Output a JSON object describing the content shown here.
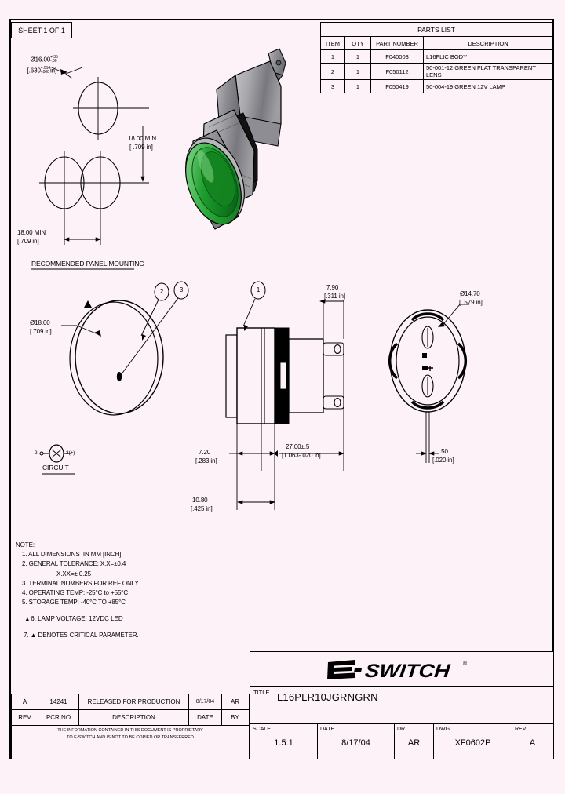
{
  "sheet": {
    "label": "SHEET 1 OF 1"
  },
  "parts_list": {
    "title": "PARTS LIST",
    "headers": [
      "ITEM",
      "QTY",
      "PART NUMBER",
      "DESCRIPTION"
    ],
    "rows": [
      {
        "item": "1",
        "qty": "1",
        "part_number": "F040003",
        "description": "L16FLIC BODY"
      },
      {
        "item": "2",
        "qty": "1",
        "part_number": "F050112",
        "description": "50-001-12 GREEN FLAT TRANSPARENT LENS"
      },
      {
        "item": "3",
        "qty": "1",
        "part_number": "F050419",
        "description": "50-004-19 GREEN 12V LAMP"
      }
    ]
  },
  "panel_mounting": {
    "caption": "RECOMMENDED PANEL MOUNTING",
    "hole_dia": "Ø16.00",
    "hole_dia_tol_plus": "+.35",
    "hole_dia_tol_minus": "-.00",
    "hole_dia_inch": "[.630",
    "hole_dia_inch_tol_plus": "+.014",
    "hole_dia_inch_tol_minus": "-.000",
    "hole_dia_inch_unit": "in]",
    "vertical_min": "18.00 MIN",
    "vertical_min_inch": "[ .709 in]",
    "horizontal_min": "18.00 MIN",
    "horizontal_min_inch": "[.709 in]"
  },
  "front_view": {
    "diameter": "Ø18.00",
    "diameter_inch": "[.709 in]",
    "balloons": [
      "2",
      "3"
    ],
    "critical_marker": "▲"
  },
  "side_view": {
    "balloon": "1",
    "dim_lens_thk": "7.20",
    "dim_lens_thk_inch": "[.283 in]",
    "dim_body": "27.00±.5",
    "dim_body_inch": "[1.063-.020 in]",
    "dim_flange": "10.80",
    "dim_flange_inch": "[.425 in]",
    "dim_top": "7.90",
    "dim_top_inch": "[.311 in]"
  },
  "rear_view": {
    "diameter": "Ø14.70",
    "diameter_inch": "[ .579 in]",
    "terminal_thk": ".50",
    "terminal_thk_inch": "[.020 in]"
  },
  "circuit": {
    "caption": "CIRCUIT",
    "left_terminal": "2",
    "right_terminal": "3(+)"
  },
  "notes": {
    "heading": "NOTE:",
    "items": [
      "1. ALL DIMENSIONS  IN MM [INCH]",
      "2. GENERAL TOLERANCE: X.X=±0.4",
      "X.XX=± 0.25",
      "3. TERMINAL NUMBERS FOR REF ONLY",
      "4. OPERATING TEMP: -25°C to +55°C",
      "5. STORAGE TEMP: -40°C TO +85°C",
      "6. LAMP VOLTAGE: 12VDC LED",
      "7. ▲ DENOTES CRITICAL PARAMETER."
    ],
    "note6_marker": "▲"
  },
  "title_block": {
    "brand": "E-SWITCH",
    "brand_mark": "®",
    "title_key": "TITLE",
    "title_value": "L16PLR10JGRNGRN",
    "fields": [
      {
        "key": "SCALE",
        "value": "1.5:1"
      },
      {
        "key": "DATE",
        "value": "8/17/04"
      },
      {
        "key": "DR",
        "value": "AR"
      },
      {
        "key": "DWG",
        "value": "XF0602P"
      },
      {
        "key": "REV",
        "value": "A"
      }
    ]
  },
  "revision_block": {
    "entry": {
      "rev": "A",
      "pcr_no": "14241",
      "description": "RELEASED FOR PRODUCTION",
      "date": "8/17/04",
      "by": "AR"
    },
    "headers": {
      "rev": "REV",
      "pcr_no": "PCR NO",
      "description": "DESCRIPTION",
      "date": "DATE",
      "by": "BY"
    },
    "proprietary_line1": "THE INFORMATION CONTAINED IN THIS DOCUMENT IS PROPRIETARY",
    "proprietary_line2": "TO E-SWITCH AND IS NOT TO BE COPIED OR TRANSFERRED"
  },
  "colors": {
    "lens_green": "#1f9e2e",
    "lens_green_dark": "#0c6b1c",
    "lens_green_light": "#63c46a",
    "body_gray": "#9a9a9e",
    "body_gray_dark": "#6e6e74",
    "body_gray_light": "#c3c3c7",
    "paper": "#fdf2f7",
    "ink": "#000000"
  }
}
